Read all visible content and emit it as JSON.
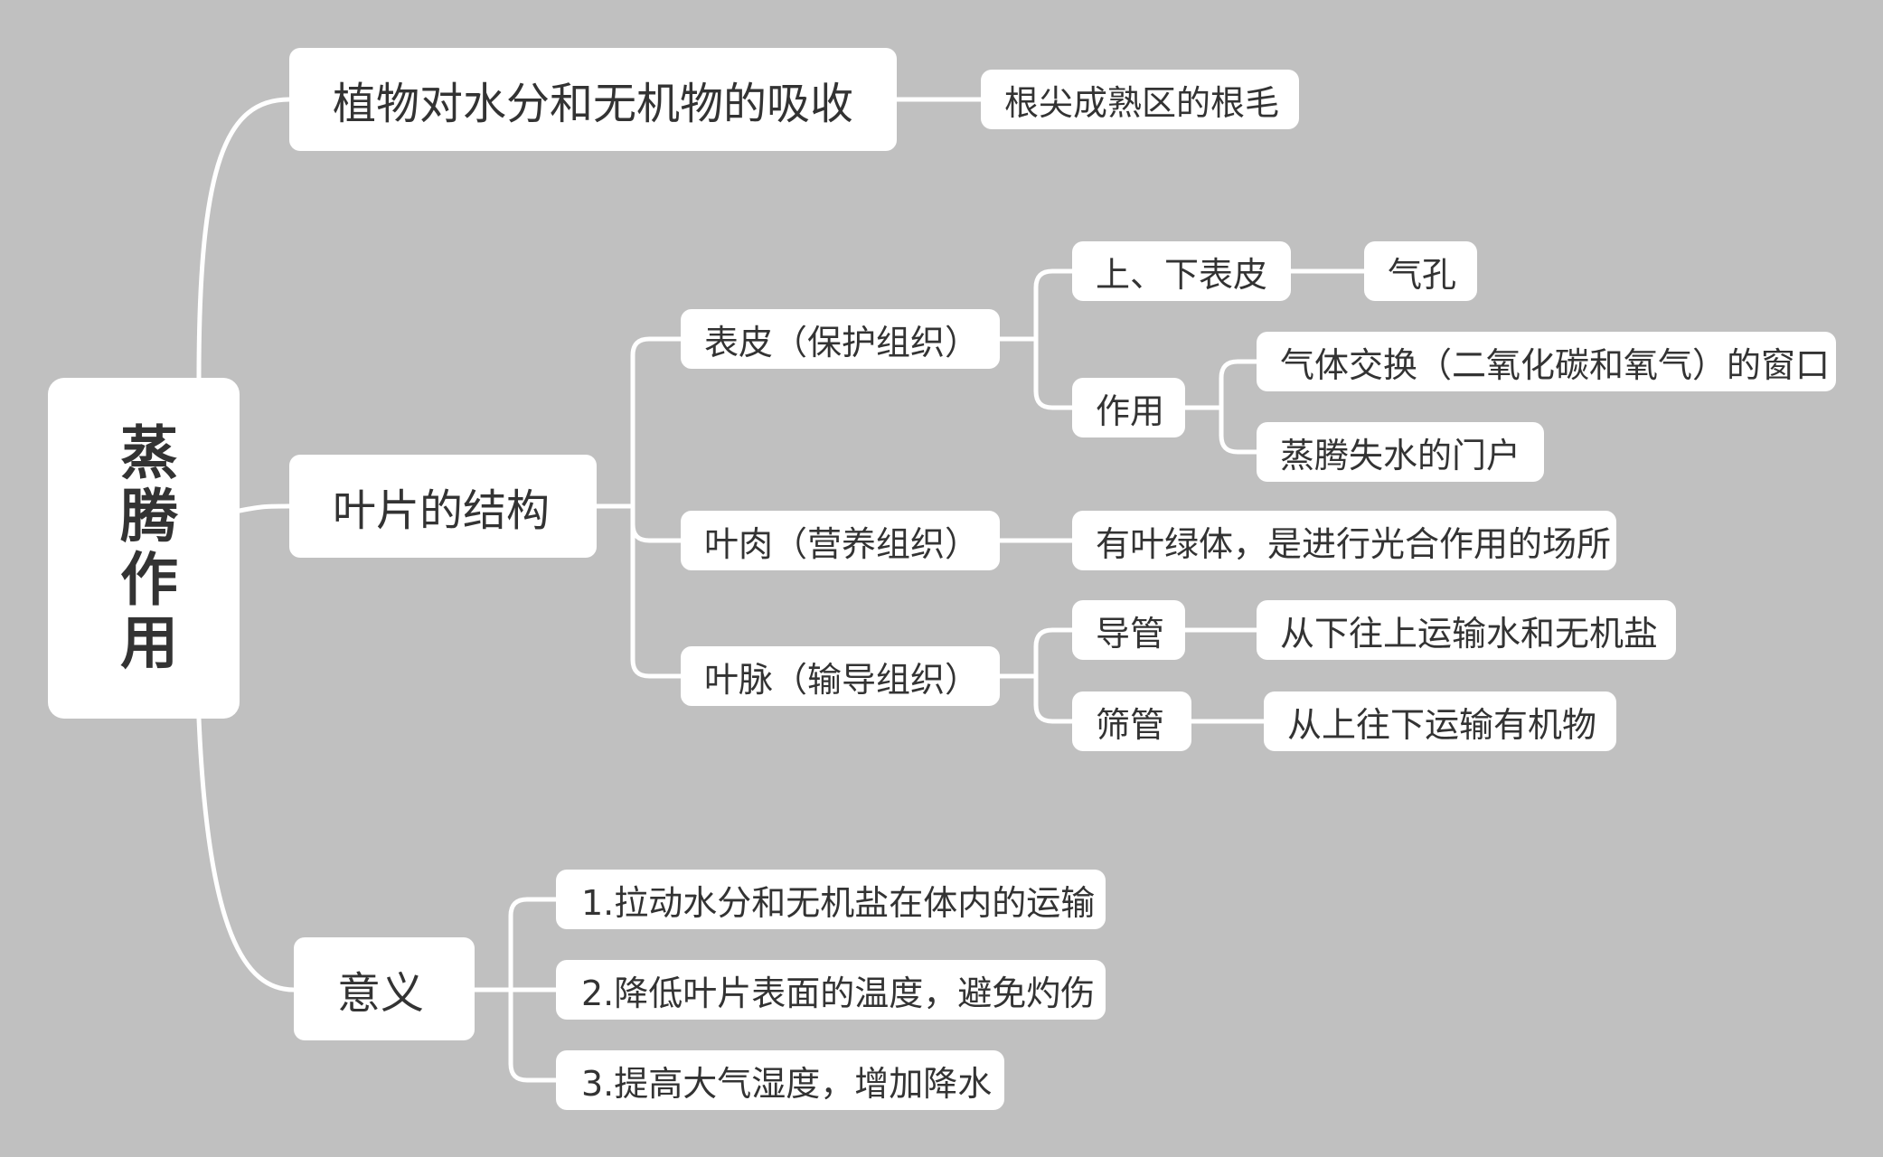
{
  "root": {
    "label": "蒸腾作用"
  },
  "branches": {
    "absorption": {
      "label": "植物对水分和无机物的吸收",
      "children": {
        "root_hair": "根尖成熟区的根毛"
      }
    },
    "leaf": {
      "label": "叶片的结构",
      "epidermis": {
        "label": "表皮（保护组织）",
        "upper_lower": {
          "label": "上、下表皮",
          "child": "气孔"
        },
        "function": {
          "label": "作用",
          "children": [
            "气体交换（二氧化碳和氧气）的窗口",
            "蒸腾失水的门户"
          ]
        }
      },
      "mesophyll": {
        "label": "叶肉（营养组织）",
        "child": "有叶绿体，是进行光合作用的场所"
      },
      "vein": {
        "label": "叶脉（输导组织）",
        "vessel": {
          "label": "导管",
          "child": "从下往上运输水和无机盐"
        },
        "sieve": {
          "label": "筛管",
          "child": "从上往下运输有机物"
        }
      }
    },
    "significance": {
      "label": "意义",
      "children": [
        "1.拉动水分和无机盐在体内的运输",
        "2.降低叶片表面的温度，避免灼伤",
        "3.提高大气湿度，增加降水"
      ]
    }
  },
  "colors": {
    "background": "#c0c0c0",
    "node": "#ffffff",
    "link": "#ffffff",
    "text": "#333333"
  }
}
